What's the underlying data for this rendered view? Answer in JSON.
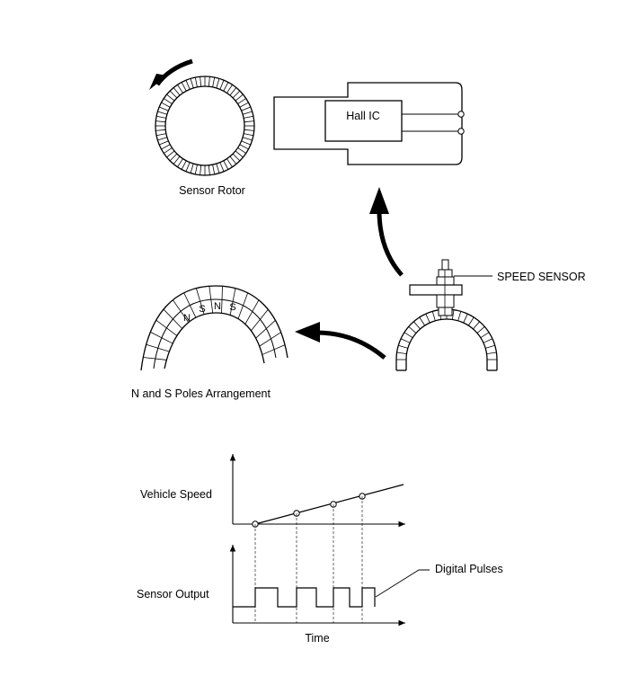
{
  "labels": {
    "hall_ic": "Hall IC",
    "sensor_rotor": "Sensor Rotor",
    "speed_sensor": "SPEED SENSOR",
    "poles_arrangement": "N and S Poles Arrangement",
    "vehicle_speed": "Vehicle Speed",
    "sensor_output": "Sensor Output",
    "digital_pulses": "Digital Pulses",
    "time": "Time"
  },
  "poles": [
    "N",
    "S",
    "N",
    "S"
  ],
  "colors": {
    "line": "#000000",
    "background": "#ffffff",
    "guide": "#666666"
  }
}
